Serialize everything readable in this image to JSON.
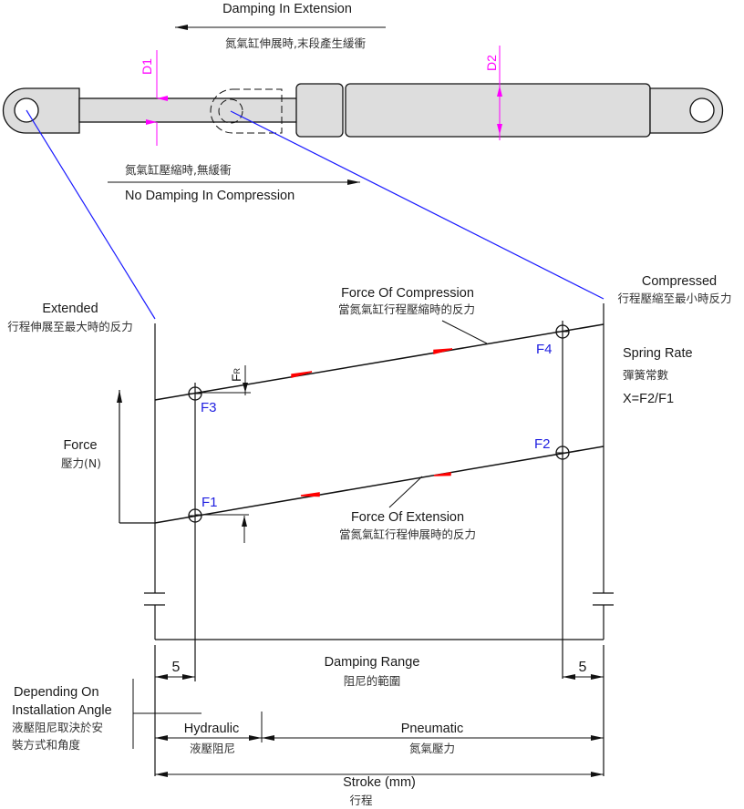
{
  "colors": {
    "part_fill": "#dddddd",
    "outline": "#111111",
    "dimension_magenta": "#ff00ff",
    "leader_blue": "#1a1aff",
    "direction_arrow_red": "#ff0000",
    "point_label_blue": "#1e1ee0"
  },
  "top": {
    "damping_extension": {
      "en": "Damping In Extension",
      "zh": "氮氣缸伸展時,末段產生緩衝"
    },
    "no_damping_compression": {
      "en": "No Damping In Compression",
      "zh": "氮氣缸壓縮時,無緩衝"
    },
    "d1": "D1",
    "d2": "D2"
  },
  "graph": {
    "extended": {
      "en": "Extended",
      "zh": "行程伸展至最大時的反力"
    },
    "compressed": {
      "en": "Compressed",
      "zh": "行程壓縮至最小時反力"
    },
    "force_compression": {
      "en": "Force Of Compression",
      "zh": "當氮氣缸行程壓縮時的反力"
    },
    "force_extension": {
      "en": "Force Of Extension",
      "zh": "當氮氣缸行程伸展時的反力"
    },
    "force_axis": {
      "en": "Force",
      "zh": "壓力(N)"
    },
    "spring_rate": {
      "en": "Spring Rate",
      "zh": "彈簧常數",
      "formula": "X=F2/F1"
    },
    "fr": {
      "main": "F",
      "sub": "R"
    },
    "points": {
      "f1": "F1",
      "f2": "F2",
      "f3": "F3",
      "f4": "F4"
    }
  },
  "dimensions": {
    "left_offset": "5",
    "right_offset": "5",
    "damping_range": {
      "en": "Damping Range",
      "zh": "阻尼的範圍"
    },
    "installation": {
      "en_line1": "Depending On",
      "en_line2": "Installation Angle",
      "zh_line1": "液壓阻尼取決於安",
      "zh_line2": "裝方式和角度"
    },
    "hydraulic": {
      "en": "Hydraulic",
      "zh": "液壓阻尼"
    },
    "pneumatic": {
      "en": "Pneumatic",
      "zh": "氮氣壓力"
    },
    "stroke": {
      "en": "Stroke (mm)",
      "zh": "行程"
    }
  }
}
